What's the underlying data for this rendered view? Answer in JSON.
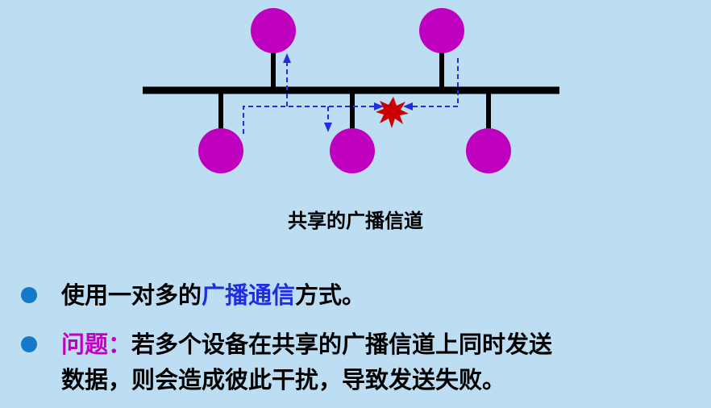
{
  "diagram": {
    "caption": "共享的广播信道",
    "colors": {
      "background": "#bdddf2",
      "node": "#bf00bf",
      "bus": "#000000",
      "signal": "#1f2fe0",
      "collision": "#cc0000"
    }
  },
  "bullets": [
    {
      "text_before": "使用一对多的",
      "highlight": "广播通信",
      "text_after": "方式。"
    },
    {
      "label": "问题：",
      "line1": "若多个设备在共享的广播信道上同时发送",
      "line2": "数据，则会造成彼此干扰，导致发送失败。"
    }
  ]
}
